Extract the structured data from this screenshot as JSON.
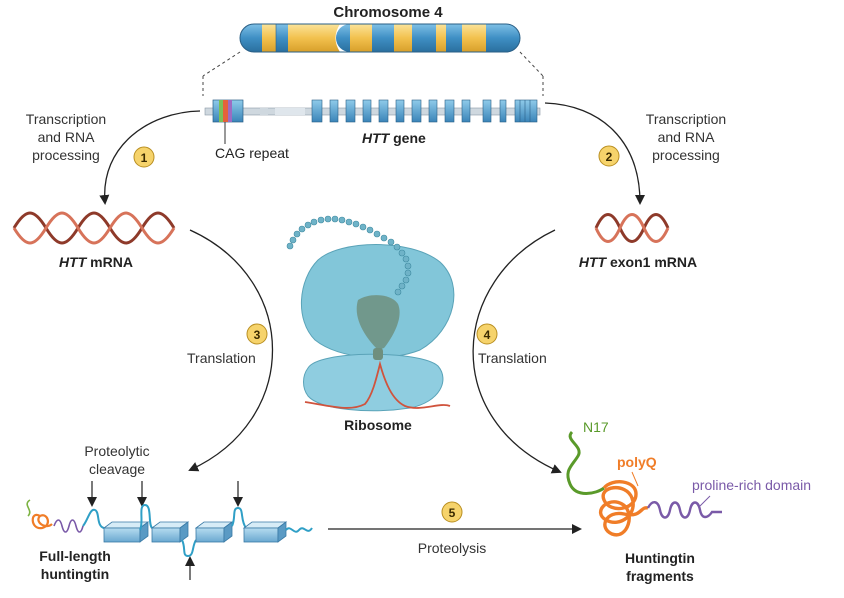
{
  "chromosome": {
    "title": "Chromosome 4"
  },
  "gene": {
    "italic": "HTT",
    "rest": " gene",
    "cag_label": "CAG repeat"
  },
  "left_branch": {
    "step": "1",
    "line1": "Transcription",
    "line2": "and RNA",
    "line3": "processing",
    "mrna_italic": "HTT",
    "mrna_rest": " mRNA"
  },
  "right_branch": {
    "step": "2",
    "line1": "Transcription",
    "line2": "and RNA",
    "line3": "processing",
    "mrna_italic": "HTT",
    "mrna_rest": " exon1 mRNA"
  },
  "translation_left": {
    "step": "3",
    "label": "Translation"
  },
  "translation_right": {
    "step": "4",
    "label": "Translation"
  },
  "ribosome": {
    "label": "Ribosome"
  },
  "cleavage": {
    "line1": "Proteolytic",
    "line2": "cleavage"
  },
  "full_length": {
    "line1": "Full-length",
    "line2": "huntingtin"
  },
  "proteolysis": {
    "step": "5",
    "label": "Proteolysis"
  },
  "fragments": {
    "n17": "N17",
    "polyq": "polyQ",
    "proline": "proline-rich domain",
    "line1": "Huntingtin",
    "line2": "fragments"
  },
  "colors": {
    "chrom_blue": "#3f8fc4",
    "chrom_yellow": "#f2c14e",
    "mrna_red": "#c0553f",
    "badge_fill": "#f6d36b",
    "ribosome": "#7fc4d6",
    "n17_green": "#5a9a2a",
    "polyq_orange": "#f07d28",
    "proline_purple": "#7a5aa8"
  }
}
